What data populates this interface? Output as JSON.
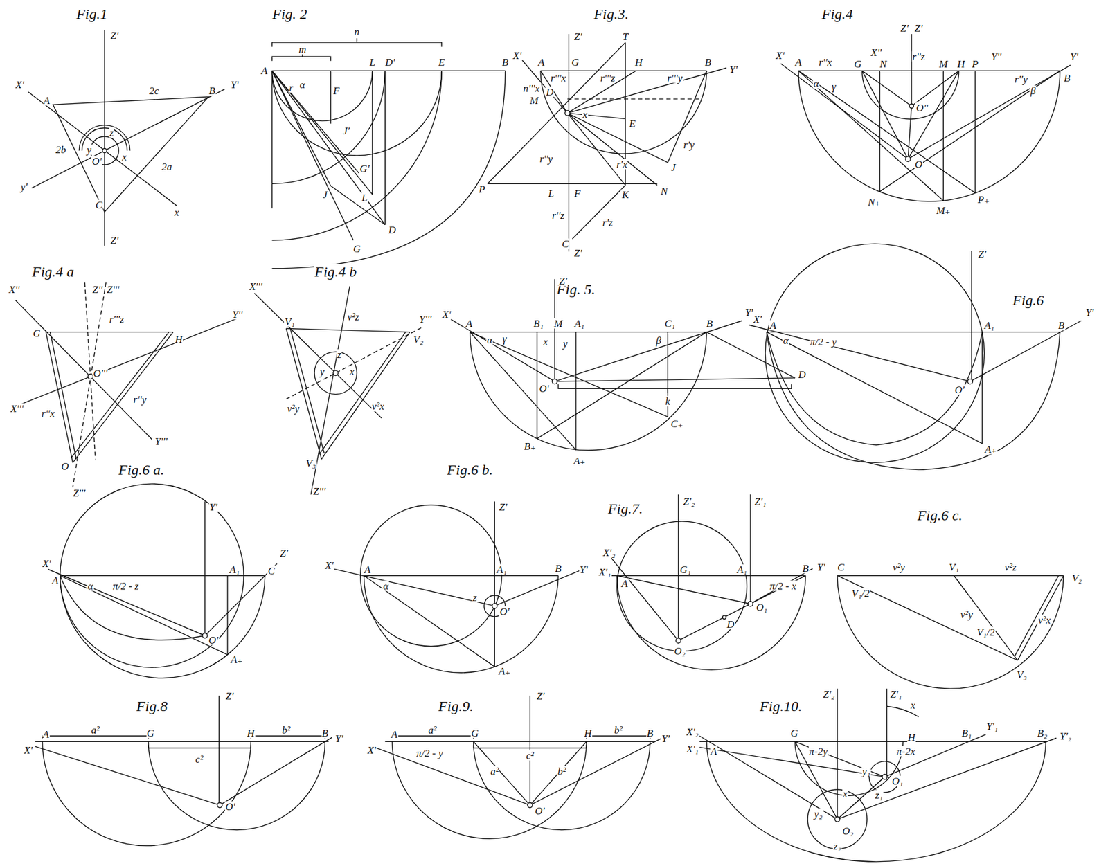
{
  "diagram": {
    "labels": [
      "Fig.1",
      "Z'",
      "X'",
      "A",
      "2c",
      "B",
      "Y'",
      "z",
      "2b",
      "y",
      "x",
      "O'",
      "2a",
      "y'",
      "C",
      "x",
      "Z'",
      "Fig. 2",
      "n",
      "m",
      "A",
      "r",
      "α",
      "F",
      "L",
      "D'",
      "E",
      "B",
      "J'",
      "G'",
      "J",
      "L",
      "D",
      "G",
      "Fig.3.",
      "Z'",
      "T",
      "X'",
      "A",
      "r'''x",
      "G",
      "r'''z",
      "H",
      "r'''y",
      "B",
      "Y'",
      "n'''x",
      "D",
      "M",
      "x",
      "E",
      "r'y",
      "J",
      "r'x",
      "P",
      "L",
      "F",
      "K",
      "N",
      "r''y",
      "r''z",
      "r'z",
      "C",
      "Z'",
      "Fig.4",
      "Z'",
      "Z'",
      "r''z",
      "X'",
      "X''",
      "A",
      "r''x",
      "G",
      "N",
      "M",
      "H",
      "P",
      "Y''",
      "Y'",
      "B",
      "α",
      "γ",
      "O''",
      "r''y",
      "β",
      "O",
      "N₊",
      "M₊",
      "P₊",
      "Fig.4 a",
      "X''",
      "Z''",
      "Z'''",
      "r'''z",
      "Y''",
      "G",
      "H",
      "O'''",
      "X'''",
      "r''x",
      "r''y",
      "Y'''",
      "O",
      "Z'''",
      "Fig.4 b",
      "X'''",
      "V₁",
      "v²z",
      "Y'''",
      "V₂",
      "z",
      "y",
      "x",
      "v²y",
      "v²x",
      "V₃",
      "Z'''",
      "Fig. 5.",
      "Z'",
      "X'",
      "Y'",
      "A",
      "α",
      "γ",
      "B₁",
      "M",
      "A₁",
      "C₁",
      "B",
      "x",
      "y",
      "β",
      "O'",
      "k",
      "D",
      "C₊",
      "B₊",
      "A₊",
      "Fig.6",
      "Z'",
      "Y'",
      "X'",
      "A",
      "α",
      "π/2 - y",
      "A₁",
      "B",
      "O'",
      "A₊",
      "Fig.6 a.",
      "Y'",
      "X'",
      "A",
      "α",
      "π/2 - z",
      "A₁",
      "C",
      "Z'",
      "O'",
      "A₊",
      "Fig.6 b.",
      "Z'",
      "X'",
      "A",
      "α",
      "A₁",
      "B",
      "Y'",
      "z",
      "O'",
      "A₊",
      "Fig.7.",
      "Z'₂",
      "Z'₁",
      "X'₂",
      "X'₁",
      "A",
      "G₁",
      "A₁",
      "π/2 - x",
      "B",
      "Y'",
      "O₁",
      "O₂",
      "D",
      "Fig.6 c.",
      "C",
      "v²y",
      "V₁",
      "v²z",
      "V₂",
      "V₁/2",
      "v²y",
      "V₁/2",
      "v²x",
      "V₃",
      "Fig.8",
      "Z'",
      "X'",
      "A",
      "a²",
      "G",
      "H",
      "b²",
      "B",
      "Y'",
      "c²",
      "O'",
      "Fig.9.",
      "Z'",
      "X'",
      "A",
      "a²",
      "G",
      "H",
      "b²",
      "B",
      "Y'",
      "π/2 - y",
      "a²",
      "c²",
      "b²",
      "O'",
      "Fig.10.",
      "Z'₂",
      "Z'₁",
      "x",
      "X'₂",
      "X'₁",
      "A",
      "G",
      "π-2y",
      "π-2x",
      "H",
      "B₁",
      "B₂",
      "Y'₁",
      "Y'₂",
      "y₁",
      "z₁",
      "x",
      "y₂",
      "z₂",
      "O₁",
      "O₂"
    ]
  }
}
